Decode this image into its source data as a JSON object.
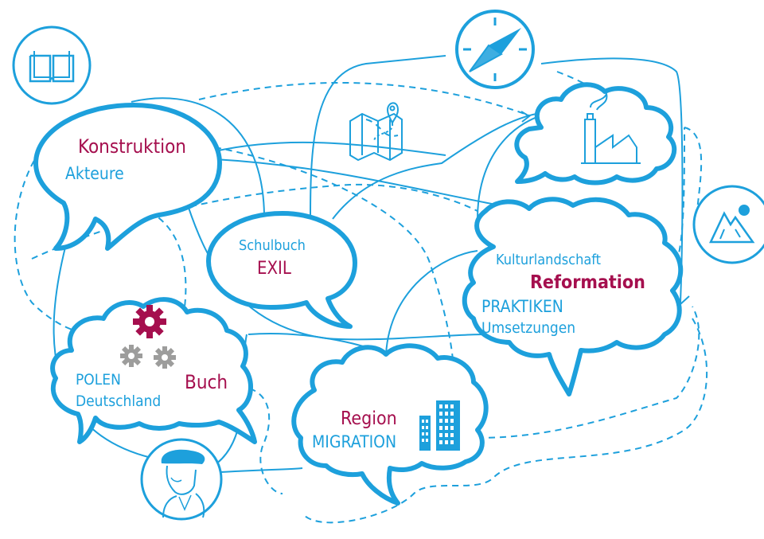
{
  "colors": {
    "blue": "#1da0dc",
    "crimson": "#a50f4e",
    "grey": "#9d9d9c",
    "white": "#ffffff"
  },
  "icons": {
    "book": "open-book-icon",
    "compass": "compass-icon",
    "map": "map-pin-icon",
    "factory": "factory-icon",
    "mountain": "mountain-icon",
    "gears": "gears-icon",
    "building": "building-icon",
    "portrait": "luther-portrait-icon"
  },
  "bubbles": {
    "konstruktion": {
      "title": "Konstruktion",
      "subtitle": "Akteure"
    },
    "schulbuch": {
      "subtitle": "Schulbuch",
      "title": "EXIL"
    },
    "kultur": {
      "subtitle": "Kulturlandschaft",
      "title": "Reformation",
      "line3": "PRAKTIKEN",
      "line4": "Umsetzungen"
    },
    "polen": {
      "line1": "POLEN",
      "line2": "Deutschland",
      "title": "Buch"
    },
    "region": {
      "title": "Region",
      "subtitle": "MIGRATION"
    }
  }
}
